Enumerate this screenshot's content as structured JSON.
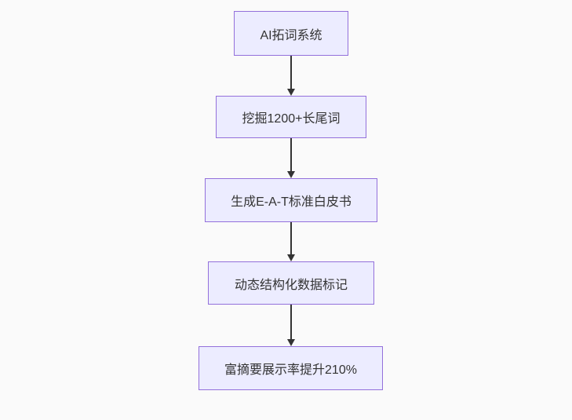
{
  "diagram": {
    "type": "flowchart-vertical",
    "nodes": [
      {
        "id": "A",
        "label": "AI拓词系统"
      },
      {
        "id": "B",
        "label": "挖掘1200+长尾词"
      },
      {
        "id": "C",
        "label": "生成E-A-T标准白皮书"
      },
      {
        "id": "D",
        "label": "动态结构化数据标记"
      },
      {
        "id": "E",
        "label": "富摘要展示率提升210%"
      }
    ],
    "edges": [
      {
        "from": "A",
        "to": "B"
      },
      {
        "from": "B",
        "to": "C"
      },
      {
        "from": "C",
        "to": "D"
      },
      {
        "from": "D",
        "to": "E"
      }
    ],
    "colors": {
      "node_fill": "#ECECFF",
      "node_border": "#9370DB",
      "node_text": "#333333",
      "arrow": "#333333",
      "background": "#FAFAFA"
    }
  }
}
